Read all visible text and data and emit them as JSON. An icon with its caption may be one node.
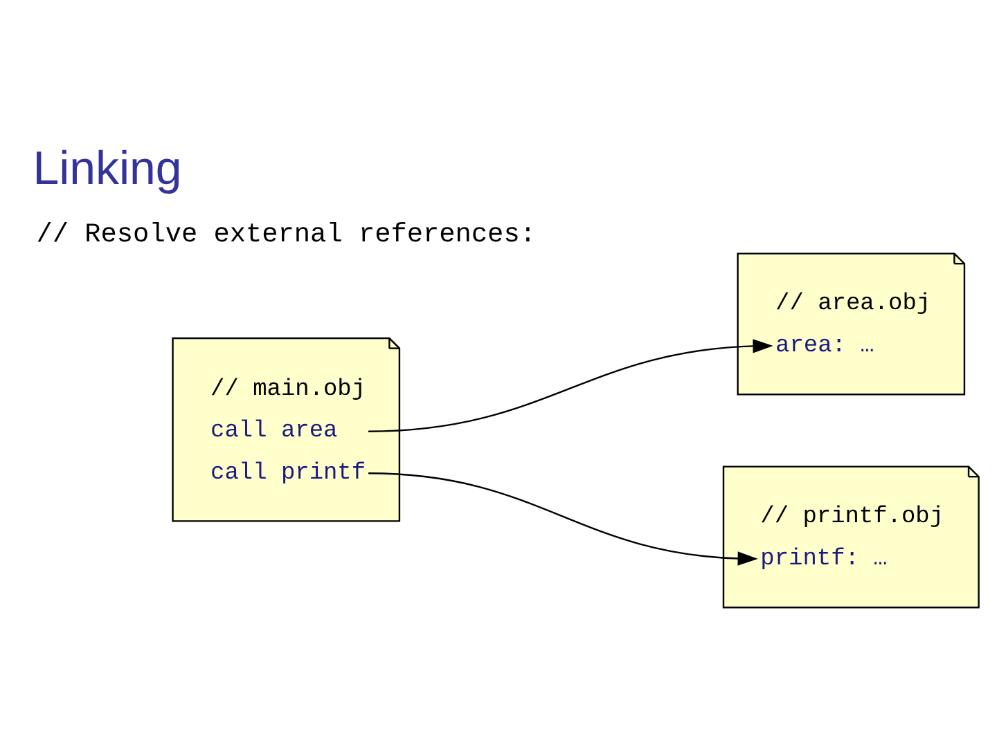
{
  "diagram": {
    "title": "Linking",
    "nodes": [
      {
        "text": [
          "// main.obj",
          "call area",
          "call printf"
        ]
      },
      {
        "text": [
          "// area.obj",
          "area: …"
        ]
      },
      {
        "text": [
          "// printf.obj",
          "printf: …"
        ]
      }
    ],
    "edges": [
      {
        "from": 0,
        "to": 1,
        "arrow": "to"
      },
      {
        "from": 0,
        "to": 2,
        "arrow": "to"
      }
    ],
    "labels": [
      "// Resolve external references:"
    ]
  }
}
